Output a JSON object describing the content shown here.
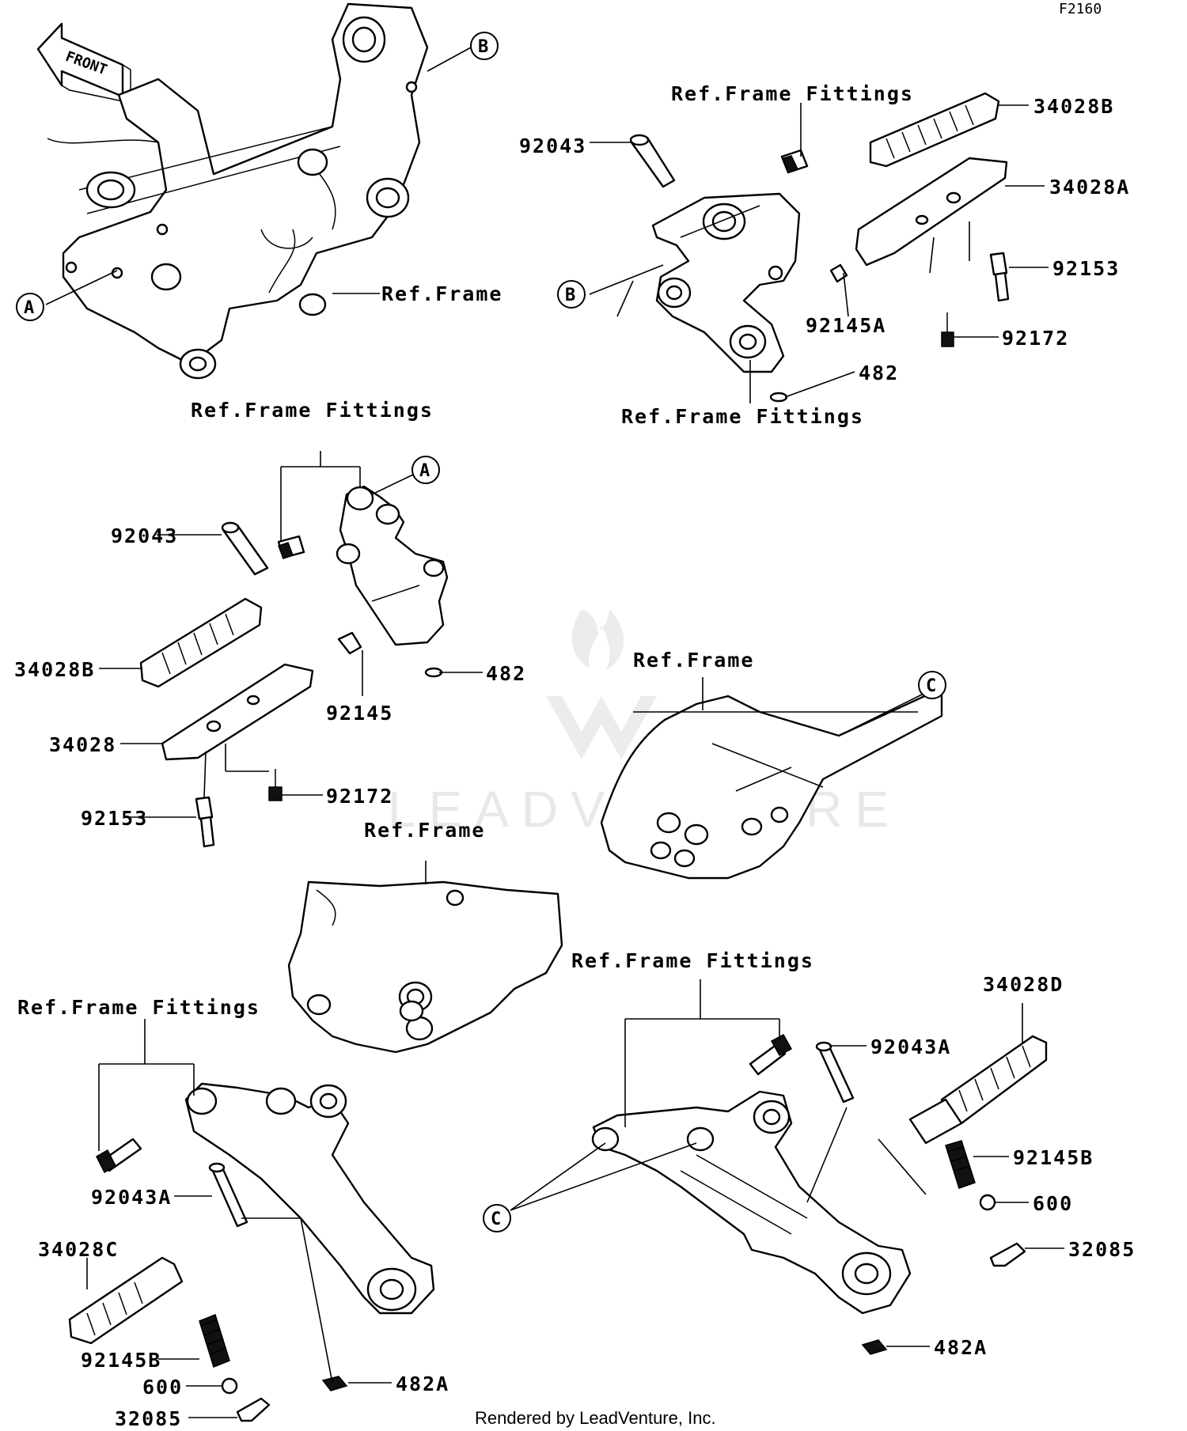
{
  "diagram_code": "F2160",
  "front_arrow": "FRONT",
  "watermark": "LEADVENTURE",
  "footer": "Rendered by LeadVenture, Inc.",
  "callouts": [
    "A",
    "B",
    "C"
  ],
  "labels": {
    "ref_frame": "Ref.Frame",
    "ref_frame_fittings": "Ref.Frame Fittings",
    "p92043": "92043",
    "p92043A": "92043A",
    "p34028": "34028",
    "p34028A": "34028A",
    "p34028B": "34028B",
    "p34028C": "34028C",
    "p34028D": "34028D",
    "p92153": "92153",
    "p92172": "92172",
    "p92145": "92145",
    "p92145A": "92145A",
    "p92145B": "92145B",
    "p482": "482",
    "p482A": "482A",
    "p600": "600",
    "p32085": "32085"
  }
}
